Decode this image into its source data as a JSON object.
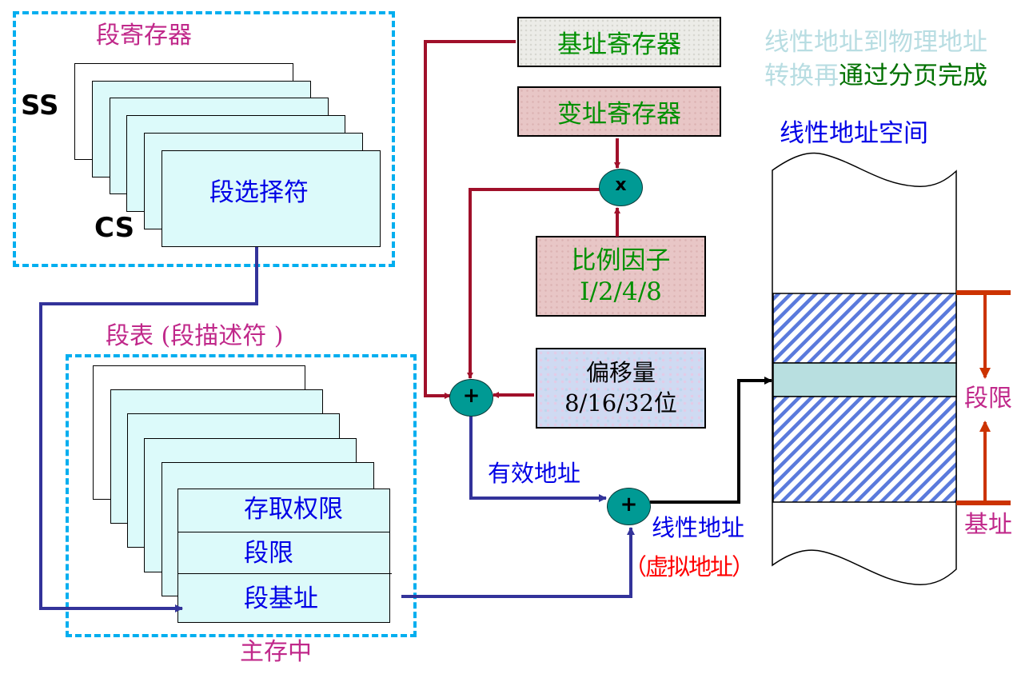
{
  "segment_registers": {
    "title": "段寄存器",
    "ss_label": "SS",
    "cs_label": "CS",
    "selector_label": "段选择符"
  },
  "segment_table": {
    "title": "段表 (段描述符 )",
    "fields": [
      "存取权限",
      "段限",
      "段基址"
    ],
    "footer": "主存中"
  },
  "registers": {
    "base": "基址寄存器",
    "index": "变址寄存器",
    "scale_line1": "比例因子",
    "scale_line2": "I/2/4/8",
    "offset_line1": "偏移量",
    "offset_line2": "8/16/32位"
  },
  "operators": {
    "multiply": "x",
    "add_effective": "+",
    "add_linear": "+"
  },
  "labels": {
    "effective_address": "有效地址",
    "linear_address": "线性地址",
    "virtual_address": "（虚拟地址）"
  },
  "note": {
    "line1": "线性地址到物理地址",
    "line2_part1": "转换再",
    "line2_part2": "通过分页完成"
  },
  "linear_space": {
    "title": "线性地址空间",
    "limit_label": "段限",
    "base_label": "基址"
  },
  "colors": {
    "dashed_border": "#00aeef",
    "card_fill": "#dcfafa",
    "red_wire": "#a0102a",
    "blue_wire": "#33339a",
    "operator_fill": "#009a94",
    "magenta_text": "#c0288a",
    "blue_text": "#0000e6",
    "green_text": "#009000",
    "note_faded": "#b8dde2",
    "note_green": "#007000",
    "bracket_orange": "#cc3300",
    "hatch_blue": "#5a7adc",
    "segment_fill": "#b8dfe0",
    "red_text": "#ff0000"
  }
}
